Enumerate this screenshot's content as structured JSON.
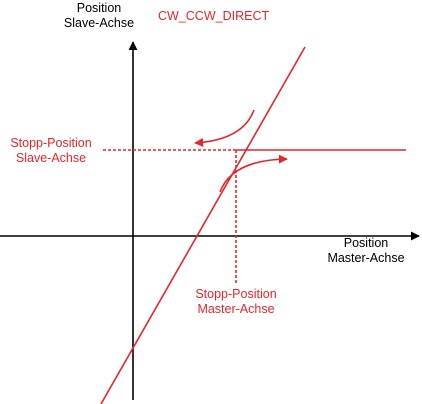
{
  "labels": {
    "y_axis_line1": "Position",
    "y_axis_line2": "Slave-Achse",
    "x_axis_line1": "Position",
    "x_axis_line2": "Master-Achse",
    "mode": "CW_CCW_DIRECT",
    "stop_slave_line1": "Stopp-Position",
    "stop_slave_line2": "Slave-Achse",
    "stop_master_line1": "Stopp-Position",
    "stop_master_line2": "Master-Achse"
  },
  "colors": {
    "axis": "#000000",
    "accent": "#e8252a"
  }
}
